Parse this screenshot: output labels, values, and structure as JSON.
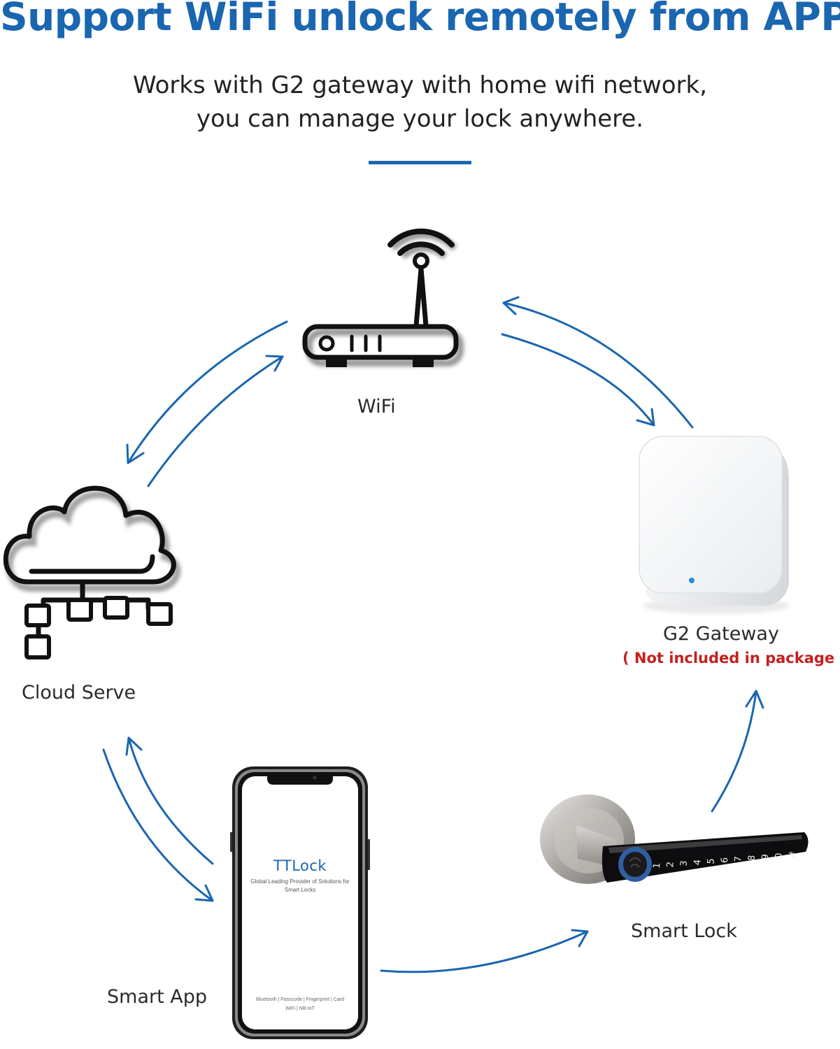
{
  "header": {
    "title": "Support WiFi unlock remotely from APP",
    "subtitle_line1": "Works with G2 gateway with home wifi network,",
    "subtitle_line2": "you can manage your lock anywhere."
  },
  "nodes": {
    "wifi": "WiFi",
    "gateway": "G2 Gateway",
    "gateway_note": "( Not included in package )",
    "cloud": "Cloud Serve",
    "smart_app": "Smart App",
    "smart_lock": "Smart Lock"
  },
  "phone_screen": {
    "app_name": "TTLock",
    "tagline_line1": "Global Leading Provider of Solutions for",
    "tagline_line2": "Smart Locks",
    "features_line1": "Bluetooth | Passcode | Fingerprint | Card",
    "features_line2": "WiFi | NB-IoT"
  },
  "keypad_digits": [
    "1",
    "2",
    "3",
    "4",
    "5",
    "6",
    "7",
    "8",
    "9",
    "0",
    "#"
  ],
  "colors": {
    "accent": "#1a66b0",
    "arrow": "#1a66b0",
    "note": "#c5201e",
    "gateway_led": "#2a8ee0"
  }
}
